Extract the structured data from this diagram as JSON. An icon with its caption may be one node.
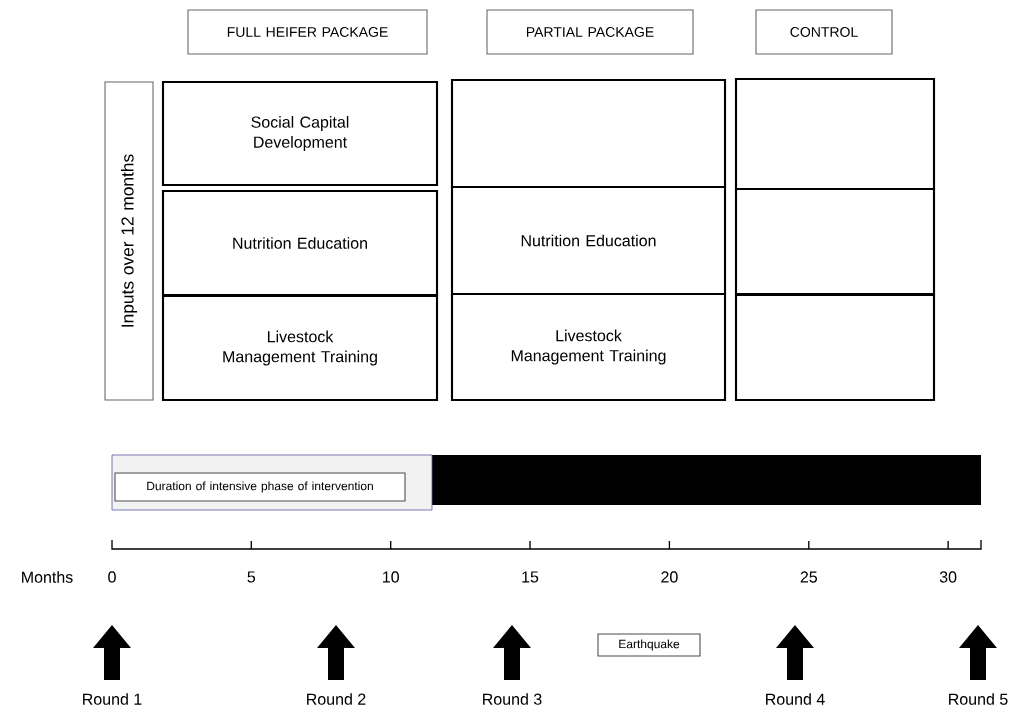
{
  "diagram": {
    "nodes": [
      {
        "text": [
          "FULL HEIFER PACKAGE"
        ]
      },
      {
        "text": [
          "PARTIAL PACKAGE"
        ]
      },
      {
        "text": [
          "CONTROL"
        ]
      },
      {
        "text": [
          "Inputs over 12 months"
        ]
      },
      {
        "text": [
          "Social Capital Development"
        ]
      },
      {
        "text": [],
        "shape": "box"
      },
      {
        "text": [],
        "shape": "box"
      },
      {
        "text": [
          "Nutrition Education"
        ]
      },
      {
        "text": [
          "Nutrition Education"
        ]
      },
      {
        "text": [],
        "shape": "box"
      },
      {
        "text": [
          "Livestock Management Training"
        ]
      },
      {
        "text": [
          "Livestock Management Training"
        ]
      },
      {
        "text": [],
        "shape": "box"
      },
      {
        "text": [
          "Duration of intensive phase of intervention"
        ]
      },
      {
        "text": [
          "Earthquake"
        ]
      }
    ],
    "edges": [],
    "labels": [
      "Months",
      "0",
      "5",
      "10",
      "15",
      "20",
      "25",
      "30",
      "Round 1",
      "Round 2",
      "Round 3",
      "Round 4",
      "Round 5"
    ]
  }
}
